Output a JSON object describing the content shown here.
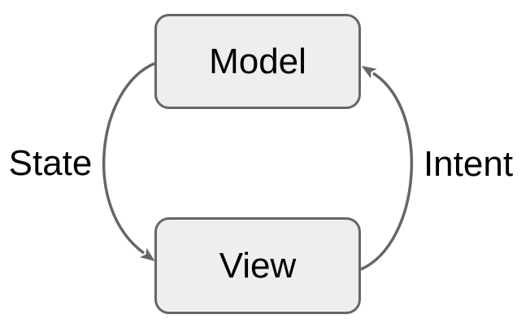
{
  "diagram": {
    "nodes": [
      {
        "id": "model",
        "label": "Model"
      },
      {
        "id": "view",
        "label": "View"
      }
    ],
    "edges": [
      {
        "id": "state",
        "label": "State",
        "from": "model",
        "to": "view"
      },
      {
        "id": "intent",
        "label": "Intent",
        "from": "view",
        "to": "model"
      }
    ],
    "colors": {
      "background": "#ffffff",
      "node_fill": "#eeeeee",
      "node_stroke": "#666666",
      "arrow": "#666666",
      "text": "#000000"
    }
  }
}
